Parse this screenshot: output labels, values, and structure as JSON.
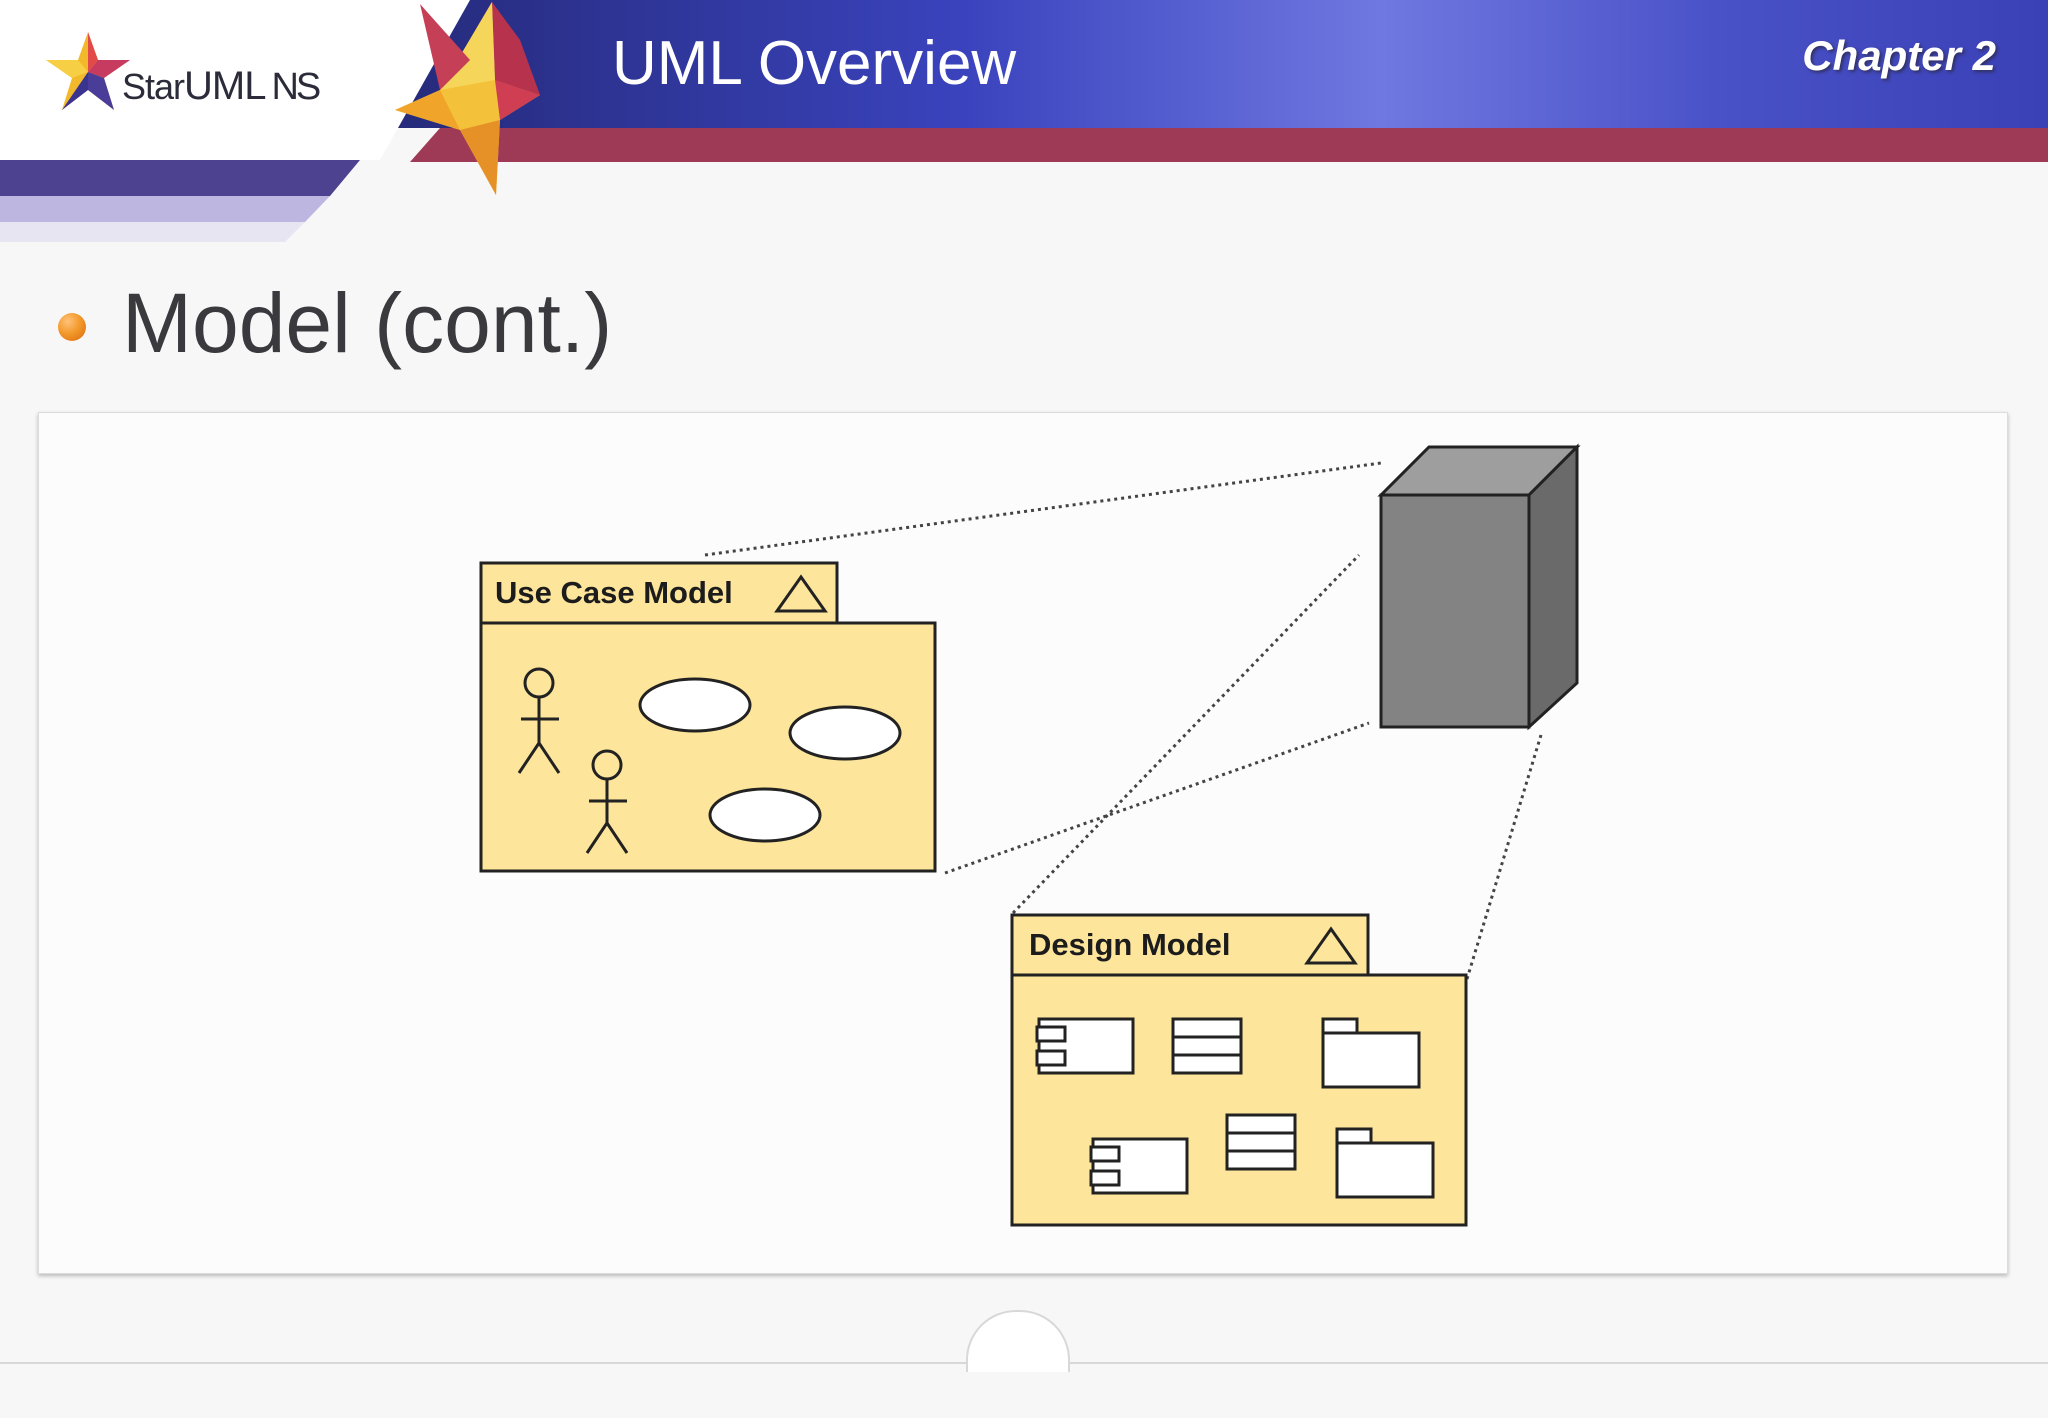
{
  "header": {
    "logo": {
      "star": "Star",
      "uml": "UML",
      "ns": "NS"
    },
    "title": "UML Overview",
    "chapter": "Chapter 2",
    "colors": {
      "band_blue": "#3b3fae",
      "band_red": "#a13a55",
      "band_purple": "#4a3f8e"
    }
  },
  "slide": {
    "bullet": "Model (cont.)"
  },
  "diagram": {
    "use_case_package": {
      "label": "Use Case Model",
      "actors": 2,
      "use_cases": 3
    },
    "design_package": {
      "label": "Design Model",
      "components": 2,
      "classes": 2,
      "packages": 2
    },
    "colors": {
      "package_fill": "#fde59b",
      "cube_front": "#808080",
      "cube_side": "#686868",
      "cube_top": "#a0a0a0"
    }
  }
}
